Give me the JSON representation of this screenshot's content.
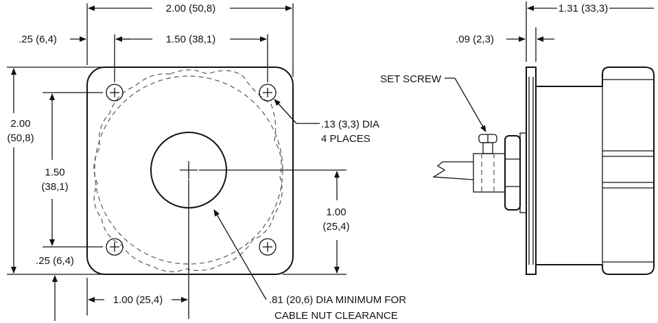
{
  "dimensions": {
    "overall_width": "2.00 (50,8)",
    "hole_spacing_width": "1.50 (38,1)",
    "edge_offset_top": ".25 (6,4)",
    "overall_height_in": "2.00",
    "overall_height_mm": "(50,8)",
    "hole_spacing_height_in": "1.50",
    "hole_spacing_height_mm": "(38,1)",
    "edge_offset_bottom": ".25 (6,4)",
    "center_offset_x": "1.00 (25,4)",
    "center_offset_y_in": "1.00",
    "center_offset_y_mm": "(25,4)",
    "side_depth": "1.31 (33,3)",
    "flange_thickness": ".09 (2,3)"
  },
  "callouts": {
    "hole_dia_line1": ".13 (3,3) DIA",
    "hole_dia_line2": "4 PLACES",
    "center_hole_line1": ".81 (20,6) DIA MINIMUM FOR",
    "center_hole_line2": "CABLE NUT CLEARANCE",
    "set_screw": "SET SCREW"
  }
}
